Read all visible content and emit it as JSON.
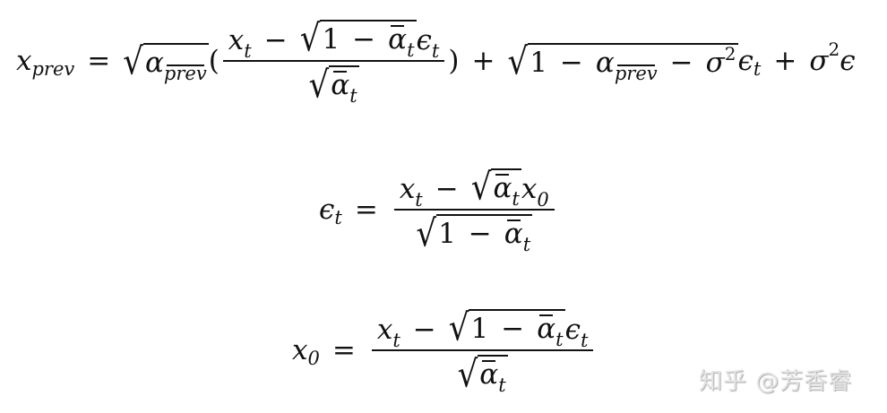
{
  "equations": [
    {
      "id": "x_prev",
      "latex": "x_{prev} = \\sqrt{\\bar{\\alpha_{prev}}}\\left(\\frac{x_t - \\sqrt{1-\\bar{\\alpha}_t}\\epsilon_t}{\\sqrt{\\bar{\\alpha}_t}}\\right) + \\sqrt{1 - \\bar{\\alpha_{prev}} - \\sigma^2}\\epsilon_t + \\sigma^2\\epsilon",
      "lhs": "x",
      "lhs_sub": "prev",
      "alpha": "α",
      "prev": "prev",
      "x": "x",
      "t": "t",
      "one": "1",
      "minus": "−",
      "plus": "+",
      "eq": "=",
      "eps": "ϵ",
      "sigma": "σ",
      "two": "2",
      "lparen": "(",
      "rparen": ")"
    },
    {
      "id": "epsilon_t",
      "latex": "\\epsilon_t = \\frac{x_t - \\sqrt{\\bar{\\alpha}_t}x_0}{\\sqrt{1-\\bar{\\alpha}_t}}",
      "lhs": "ϵ",
      "lhs_sub": "t",
      "x": "x",
      "t": "t",
      "zero": "0",
      "one": "1",
      "minus": "−",
      "eq": "=",
      "alpha": "α"
    },
    {
      "id": "x_0",
      "latex": "x_0 = \\frac{x_t - \\sqrt{1-\\bar{\\alpha}_t}\\epsilon_t}{\\sqrt{\\bar{\\alpha}_t}}",
      "lhs": "x",
      "lhs_sub": "0",
      "x": "x",
      "t": "t",
      "one": "1",
      "minus": "−",
      "eq": "=",
      "alpha": "α",
      "eps": "ϵ"
    }
  ],
  "watermark": "知乎 @芳香睿"
}
